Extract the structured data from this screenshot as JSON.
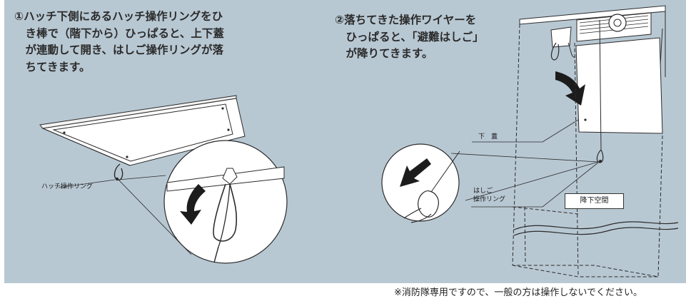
{
  "instructions": {
    "step1": "①ハッチ下側にあるハッチ操作リングをひ\n　き棒で（階下から）ひっぱると、上下蓋\n　が連動して開き、はしご操作リングが落\n　ちてきます。",
    "step2": "②落ちてきた操作ワイヤーを\n　ひっぱると、「避難はしご」\n　が降りてきます。"
  },
  "labels": {
    "hatch_ring": "ハッチ操作リング",
    "lower_lid": "下蓋",
    "ladder_ring": "はしご\n操作リング",
    "downstairs_space": "降下空間"
  },
  "footer_note": "※消防隊専用ですので、一般の方は操作しないでください。",
  "colors": {
    "background": "#b8c8d3",
    "panel_white": "#ffffff",
    "line": "#2b2b2b",
    "arrow": "#1c1c1c"
  }
}
